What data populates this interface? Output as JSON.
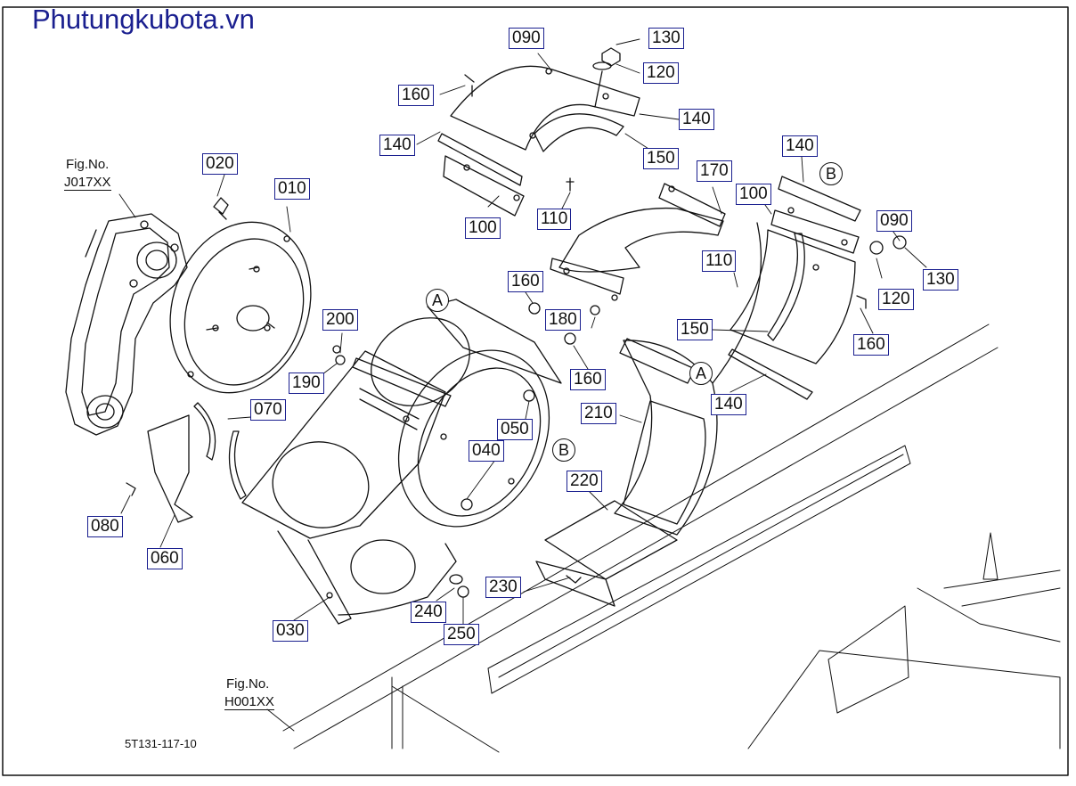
{
  "watermark": "Phutungkubota.vn",
  "drawing_code": "5T131-117-10",
  "fig_refs": [
    {
      "id": "fig-j017",
      "line1": "Fig.No.",
      "line2": "J017XX"
    },
    {
      "id": "fig-h001",
      "line1": "Fig.No.",
      "line2": "H001XX"
    }
  ],
  "callouts": [
    {
      "label": "090"
    },
    {
      "label": "130"
    },
    {
      "label": "120"
    },
    {
      "label": "160"
    },
    {
      "label": "140"
    },
    {
      "label": "140"
    },
    {
      "label": "150"
    },
    {
      "label": "100"
    },
    {
      "label": "110"
    },
    {
      "label": "170"
    },
    {
      "label": "140"
    },
    {
      "label": "100"
    },
    {
      "label": "090"
    },
    {
      "label": "130"
    },
    {
      "label": "120"
    },
    {
      "label": "110"
    },
    {
      "label": "160"
    },
    {
      "label": "150"
    },
    {
      "label": "140"
    },
    {
      "label": "020"
    },
    {
      "label": "010"
    },
    {
      "label": "200"
    },
    {
      "label": "190"
    },
    {
      "label": "160"
    },
    {
      "label": "180"
    },
    {
      "label": "160"
    },
    {
      "label": "070"
    },
    {
      "label": "050"
    },
    {
      "label": "040"
    },
    {
      "label": "210"
    },
    {
      "label": "220"
    },
    {
      "label": "080"
    },
    {
      "label": "060"
    },
    {
      "label": "230"
    },
    {
      "label": "240"
    },
    {
      "label": "250"
    },
    {
      "label": "030"
    }
  ],
  "markers": [
    {
      "label": "A"
    },
    {
      "label": "B"
    },
    {
      "label": "A"
    },
    {
      "label": "B"
    }
  ],
  "colors": {
    "callout_border": "#1a1f8f",
    "watermark": "#1a1f8f",
    "line": "#111111"
  }
}
